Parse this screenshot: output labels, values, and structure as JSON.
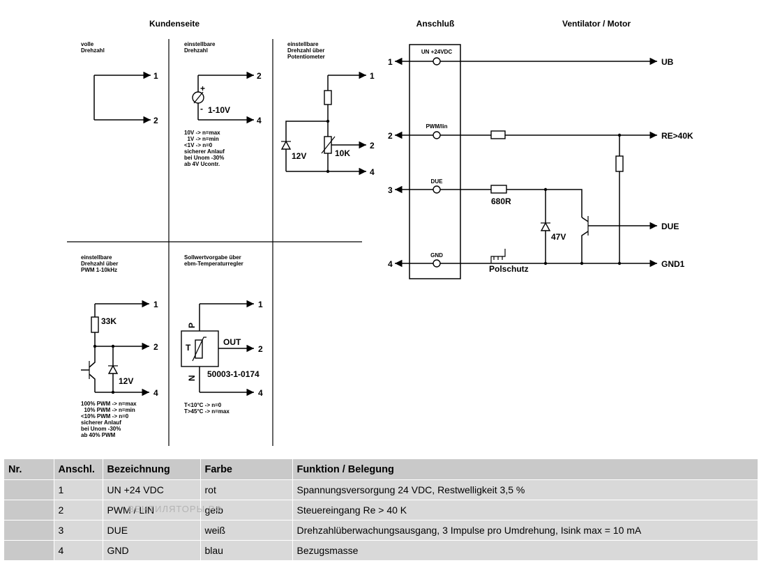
{
  "headers": {
    "kundenseite": "Kundenseite",
    "anschluss": "Anschluß",
    "ventilator": "Ventilator / Motor"
  },
  "panels": {
    "p1": {
      "title": [
        "volle",
        "Drehzahl"
      ]
    },
    "p2": {
      "title": [
        "einstellbare",
        "Drehzahl"
      ],
      "plus": "+",
      "minus": "-",
      "source": "1-10V",
      "notes": [
        "10V -> n=max",
        "  1V -> n=min",
        "<1V -> n=0",
        "sicherer Anlauf",
        "bei Unom -30%",
        "ab 4V Ucontr."
      ]
    },
    "p3": {
      "title": [
        "einstellbare",
        "Drehzahl über",
        "Potentiometer"
      ],
      "zener": "12V",
      "pot": "10K"
    },
    "p4": {
      "title": [
        "einstellbare",
        "Drehzahl über",
        "PWM 1-10kHz"
      ],
      "resistor": "33K",
      "zener": "12V",
      "notes": [
        "100% PWM -> n=max",
        "  10% PWM -> n=min",
        "<10% PWM -> n=0",
        "sicherer Anlauf",
        "bei Unom -30%",
        "ab 40% PWM"
      ]
    },
    "p5": {
      "title": [
        "Sollwertvorgabe über",
        "ebm-Temperaturregler"
      ],
      "p": "P",
      "n": "N",
      "t": "T",
      "out": "OUT",
      "part": "50003-1-0174",
      "notes": [
        "T<10°C -> n=0",
        "T>45°C -> n=max"
      ]
    }
  },
  "pin_numbers": [
    "1",
    "2",
    "4"
  ],
  "connector": {
    "pins": [
      {
        "num": "1",
        "label": "UN +24VDC"
      },
      {
        "num": "2",
        "label": "PWM/lin"
      },
      {
        "num": "3",
        "label": "DUE"
      },
      {
        "num": "4",
        "label": "GND"
      }
    ]
  },
  "motor": {
    "outputs": [
      "UB",
      "RE>40K",
      "DUE",
      "GND1"
    ],
    "r_due": "680R",
    "zener": "47V",
    "polschutz": "Polschutz"
  },
  "table": {
    "headers": [
      "Nr.",
      "Anschl.",
      "Bezeichnung",
      "Farbe",
      "Funktion / Belegung"
    ],
    "rows": [
      {
        "nr": "",
        "anschl": "1",
        "bezeichnung": "UN +24 VDC",
        "farbe": "rot",
        "funktion": "Spannungsversorgung 24 VDC, Restwelligkeit 3,5 %"
      },
      {
        "nr": "",
        "anschl": "2",
        "bezeichnung": "PWM / LIN",
        "farbe": "gelb",
        "funktion": "Steuereingang Re > 40 K"
      },
      {
        "nr": "",
        "anschl": "3",
        "bezeichnung": "DUE",
        "farbe": "weiß",
        "funktion": "Drehzahlüberwachungsausgang, 3 Impulse pro Umdrehung, Isink max = 10 mA"
      },
      {
        "nr": "",
        "anschl": "4",
        "bezeichnung": "GND",
        "farbe": "blau",
        "funktion": "Bezugsmasse"
      }
    ],
    "watermark": "ВЕНТИЛЯТОРЫ.РФ"
  }
}
